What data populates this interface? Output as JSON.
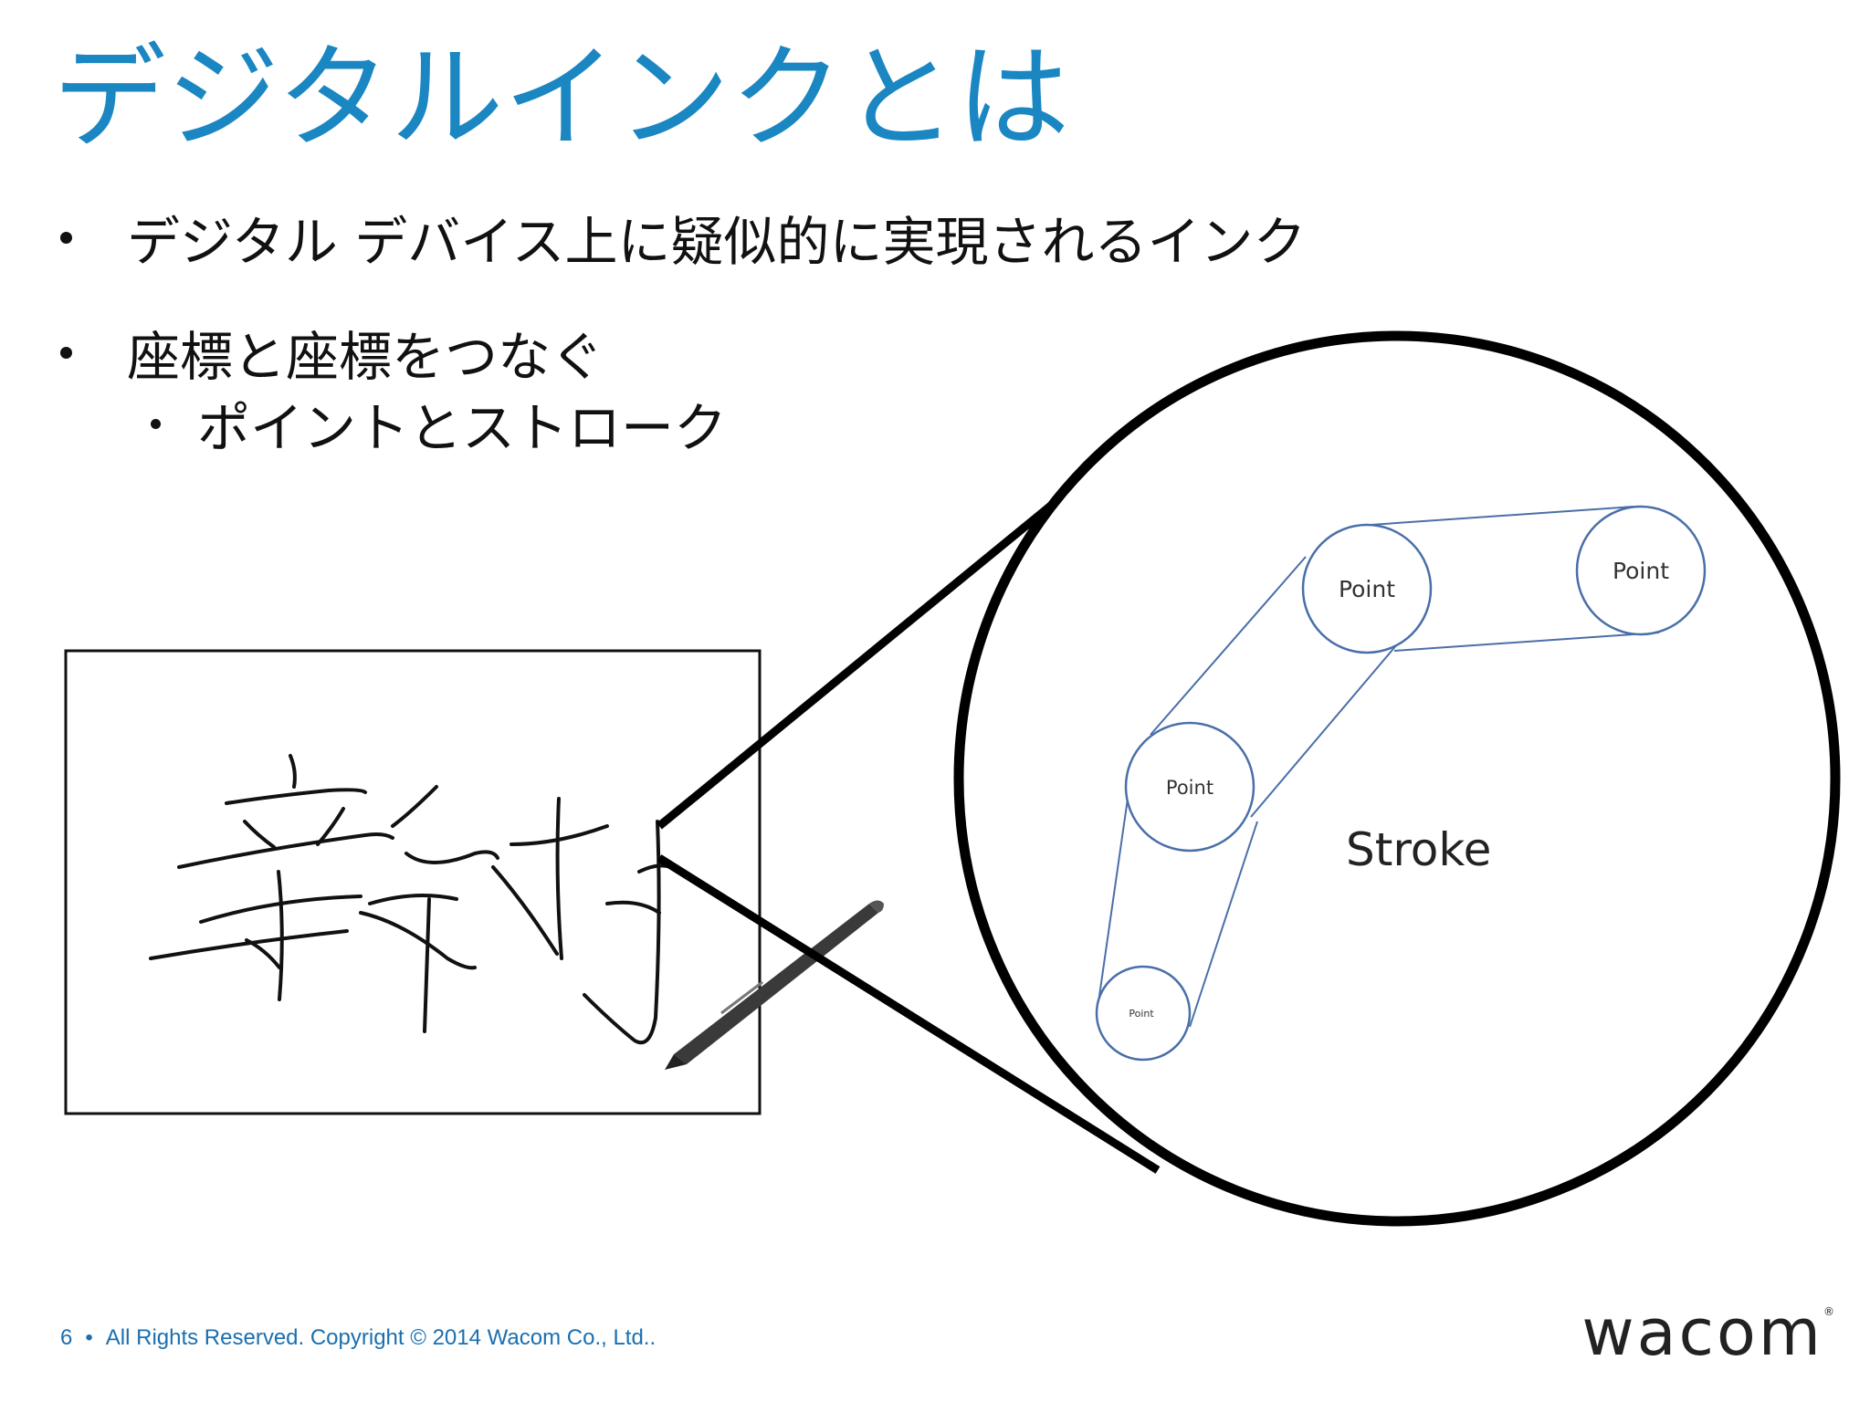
{
  "slide": {
    "title": "デジタルインクとは",
    "bullets": [
      {
        "text": "デジタル デバイス上に疑似的に実現されるインク"
      },
      {
        "text": "座標と座標をつなぐ"
      }
    ],
    "sub_bullets": [
      {
        "text": "ポイントとストローク"
      }
    ]
  },
  "diagram": {
    "point_label": "Point",
    "stroke_label": "Stroke"
  },
  "footer": {
    "page_number": "6",
    "separator": "•",
    "copyright": "All Rights Reserved. Copyright © 2014  Wacom Co., Ltd.."
  },
  "logo": {
    "text": "wacom",
    "mark": "®"
  },
  "colors": {
    "title": "#1a86c2",
    "footer": "#1a6fb0",
    "diagram_lines": "#4a6fa8"
  }
}
